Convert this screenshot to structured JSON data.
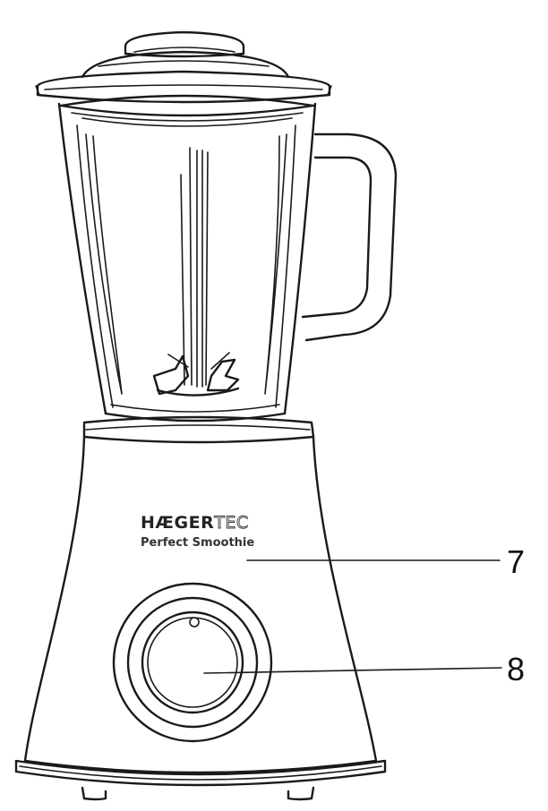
{
  "branding": {
    "brand_bold": "HÆGER",
    "brand_outline": "TEC",
    "model": "Perfect Smoothie"
  },
  "callouts": [
    {
      "label": "7",
      "part": "motor-base"
    },
    {
      "label": "8",
      "part": "speed-control-knob"
    }
  ],
  "colors": {
    "ink": "#1a1a1a",
    "background": "#ffffff"
  }
}
